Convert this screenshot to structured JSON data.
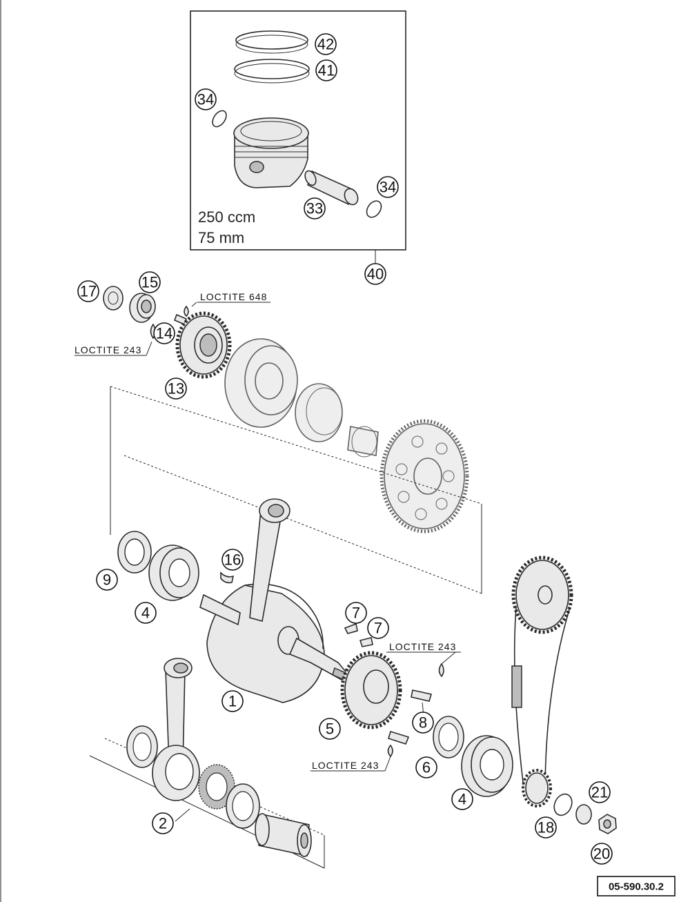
{
  "piston_kit": {
    "displacement": "250 ccm",
    "bore": "75 mm"
  },
  "callouts": {
    "c42": "42",
    "c41": "41",
    "c34a": "34",
    "c34b": "34",
    "c33": "33",
    "c40": "40",
    "c17": "17",
    "c15": "15",
    "c14": "14",
    "c13": "13",
    "c16": "16",
    "c9": "9",
    "c4a": "4",
    "c4b": "4",
    "c1": "1",
    "c7a": "7",
    "c7b": "7",
    "c8": "8",
    "c5": "5",
    "c6": "6",
    "c2": "2",
    "c18": "18",
    "c21": "21",
    "c20": "20"
  },
  "notes": {
    "loctite_648": "LOCTITE 648",
    "loctite_243_top": "LOCTITE 243",
    "loctite_243_mid": "LOCTITE 243",
    "loctite_243_low": "LOCTITE 243"
  },
  "drawing_code": "05-590.30.2"
}
